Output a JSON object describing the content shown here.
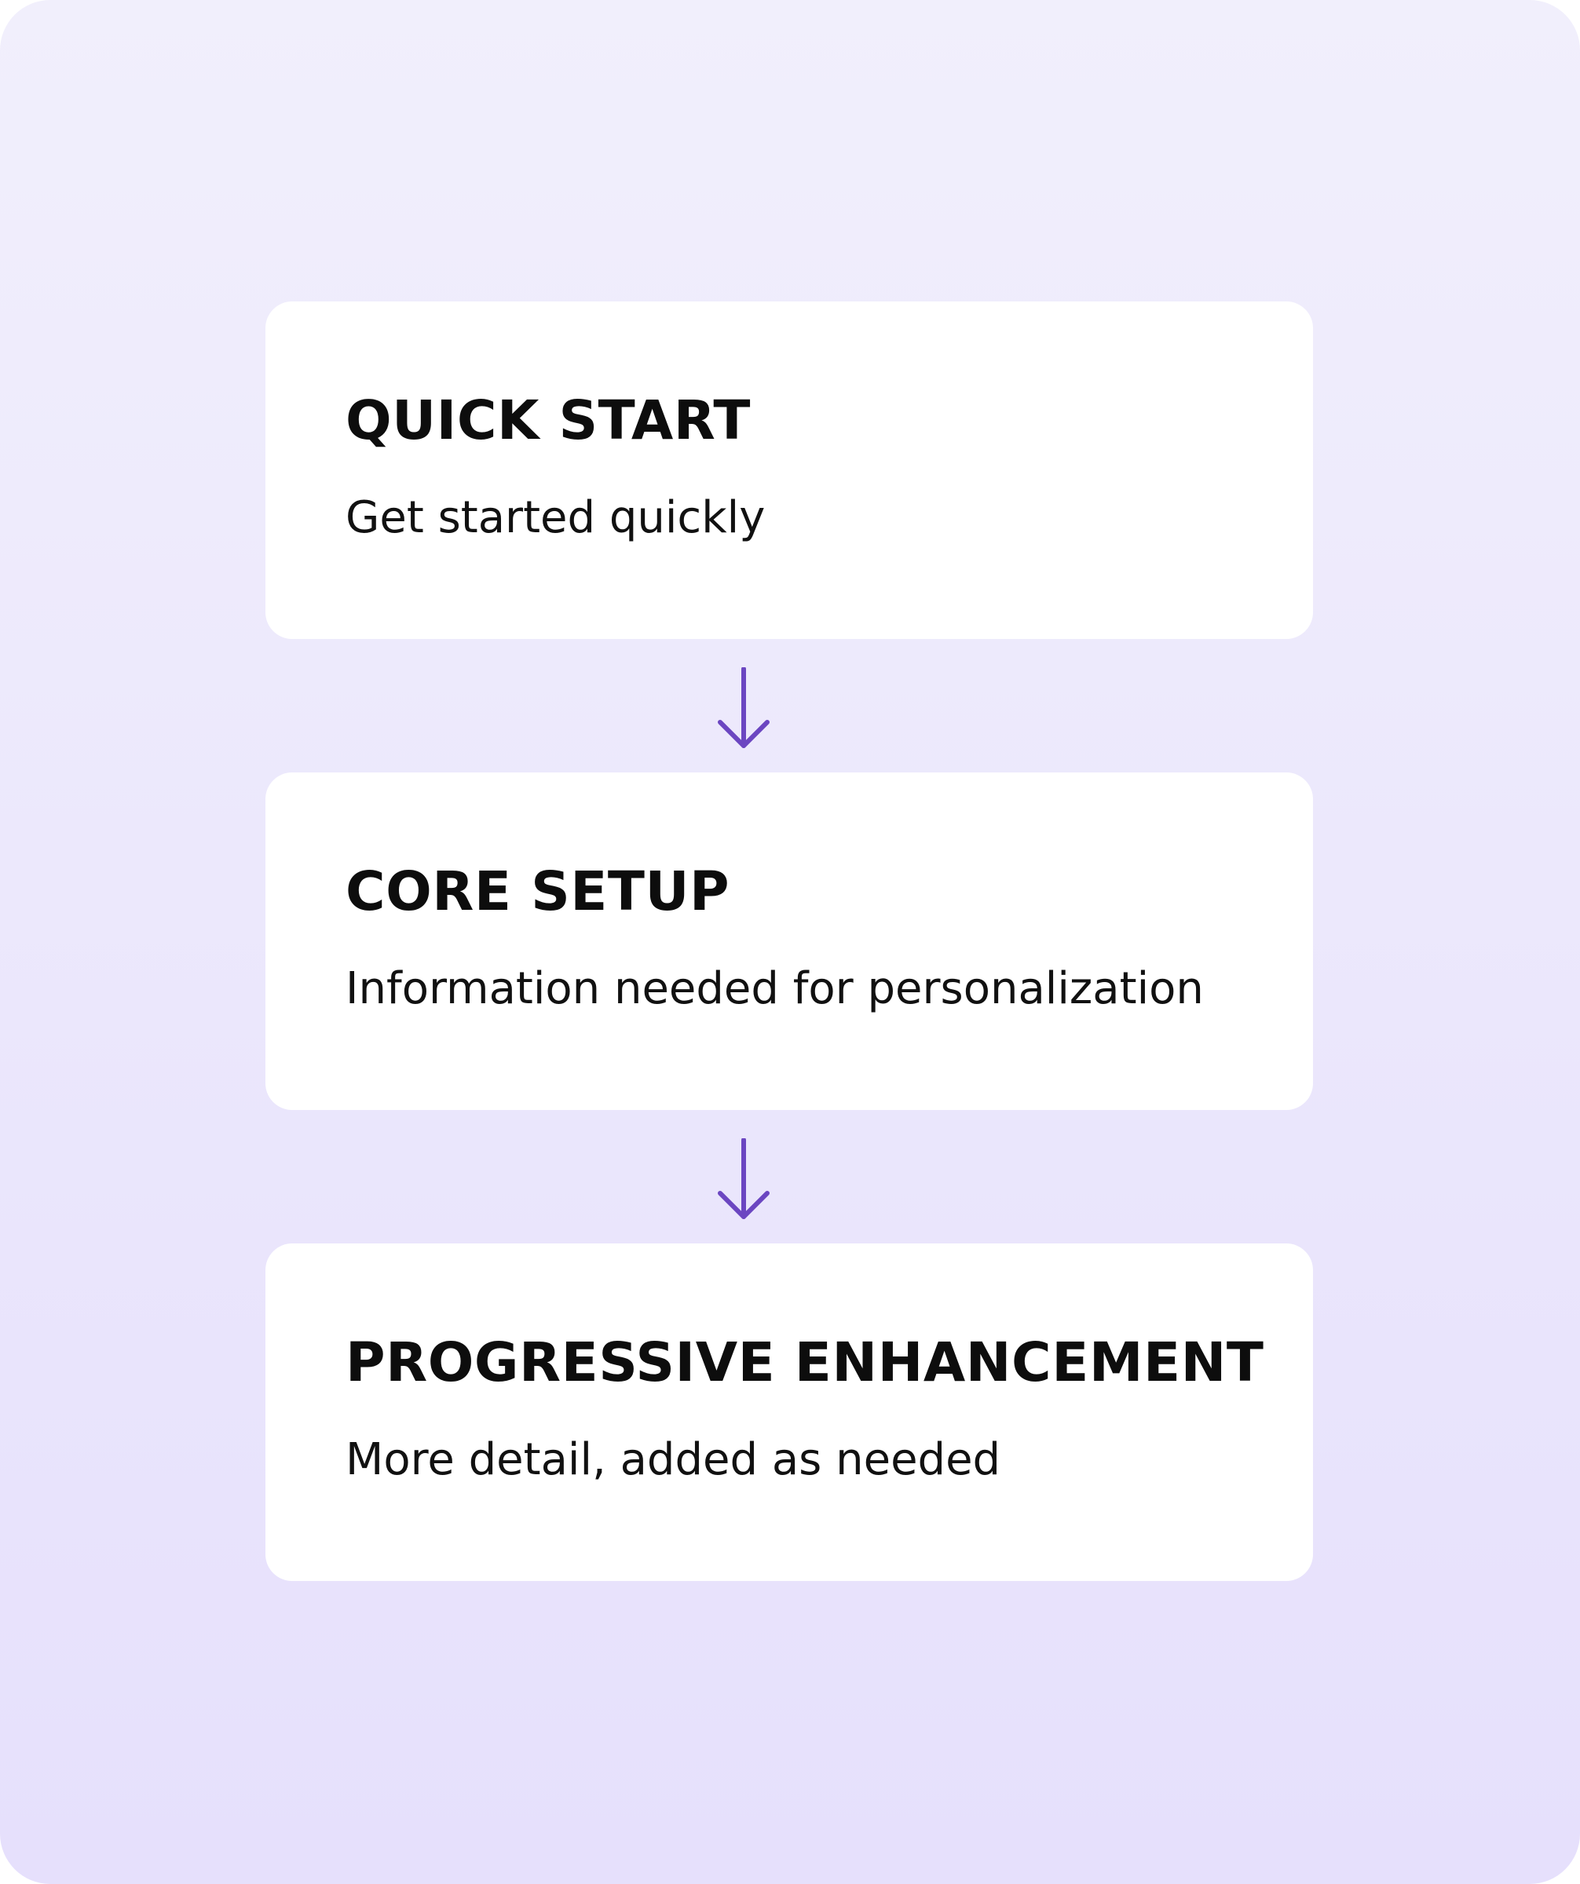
{
  "steps": [
    {
      "title": "QUICK START",
      "description": "Get started quickly"
    },
    {
      "title": "CORE SETUP",
      "description": "Information needed for personalization"
    },
    {
      "title": "PROGRESSIVE ENHANCEMENT",
      "description": "More detail, added as needed"
    }
  ],
  "colors": {
    "background_top": "#f1effc",
    "background_bottom": "#e6e0fc",
    "card": "#ffffff",
    "arrow": "#6b46c1",
    "text": "#0d0d0d"
  },
  "icons": [
    "arrow-down-icon"
  ]
}
